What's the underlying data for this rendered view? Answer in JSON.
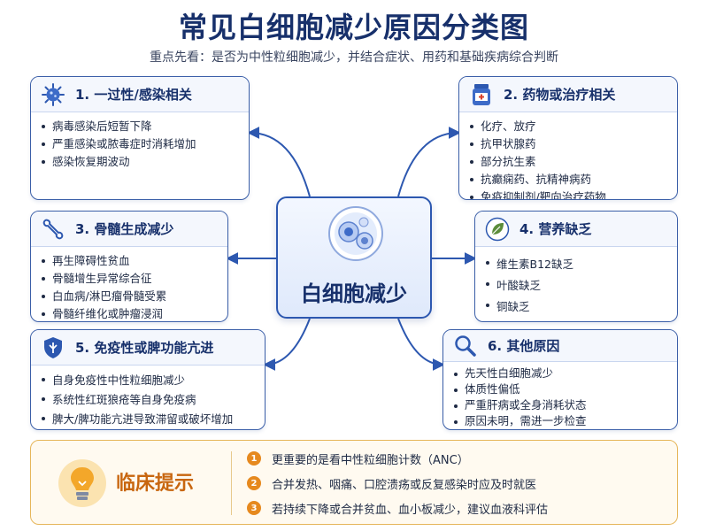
{
  "title": "常见白细胞减少原因分类图",
  "subtitle": "重点先看：是否为中性粒细胞减少，并结合症状、用药和基础疾病综合判断",
  "center": {
    "label": "白细胞减少",
    "icon": "cell-icon"
  },
  "cards": [
    {
      "icon": "virus-icon",
      "title": "1. 一过性/感染相关",
      "items": [
        "病毒感染后短暂下降",
        "严重感染或脓毒症时消耗增加",
        "感染恢复期波动"
      ]
    },
    {
      "icon": "pill-bottle-icon",
      "title": "2. 药物或治疗相关",
      "items": [
        "化疗、放疗",
        "抗甲状腺药",
        "部分抗生素",
        "抗癫痫药、抗精神病药",
        "免疫抑制剂/靶向治疗药物"
      ]
    },
    {
      "icon": "bone-icon",
      "title": "3. 骨髓生成减少",
      "items": [
        "再生障碍性贫血",
        "骨髓增生异常综合征",
        "白血病/淋巴瘤骨髓受累",
        "骨髓纤维化或肿瘤浸润"
      ]
    },
    {
      "icon": "leaf-icon",
      "title": "4. 营养缺乏",
      "items": [
        "维生素B12缺乏",
        "叶酸缺乏",
        "铜缺乏"
      ]
    },
    {
      "icon": "shield-icon",
      "title": "5. 免疫性或脾功能亢进",
      "items": [
        "自身免疫性中性粒细胞减少",
        "系统性红斑狼疮等自身免疫病",
        "脾大/脾功能亢进导致滞留或破坏增加"
      ]
    },
    {
      "icon": "magnifier-icon",
      "title": "6. 其他原因",
      "items": [
        "先天性白细胞减少",
        "体质性偏低",
        "严重肝病或全身消耗状态",
        "原因未明，需进一步检查"
      ]
    }
  ],
  "tips": {
    "icon": "lightbulb-icon",
    "title": "临床提示",
    "items": [
      {
        "num": "1",
        "text": "更重要的是看中性粒细胞计数（ANC）"
      },
      {
        "num": "2",
        "text": "合并发热、咽痛、口腔溃疡或反复感染时应及时就医"
      },
      {
        "num": "3",
        "text": "若持续下降或合并贫血、血小板减少，建议血液科评估"
      }
    ]
  },
  "colors": {
    "primary": "#17306b",
    "border": "#3b5fa8",
    "accent": "#e6891e",
    "tips_bg": "#fffaf0"
  }
}
